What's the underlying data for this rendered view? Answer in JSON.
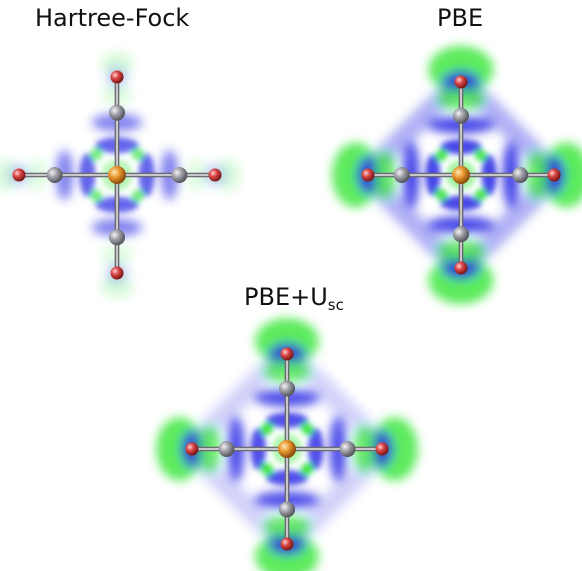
{
  "panels": [
    {
      "title": "Hartree-Fock",
      "title_sub": ""
    },
    {
      "title": "PBE",
      "title_sub": ""
    },
    {
      "title": "PBE+U",
      "title_sub": "sc"
    }
  ],
  "colors": {
    "positive_lobe": "#33e633",
    "negative_lobe": "#3333e6",
    "bond": "#9a9a9a",
    "carbon_atom": "#8e8e96",
    "oxygen_atom": "#cc3b3b",
    "metal_atom": "#e0902f"
  }
}
